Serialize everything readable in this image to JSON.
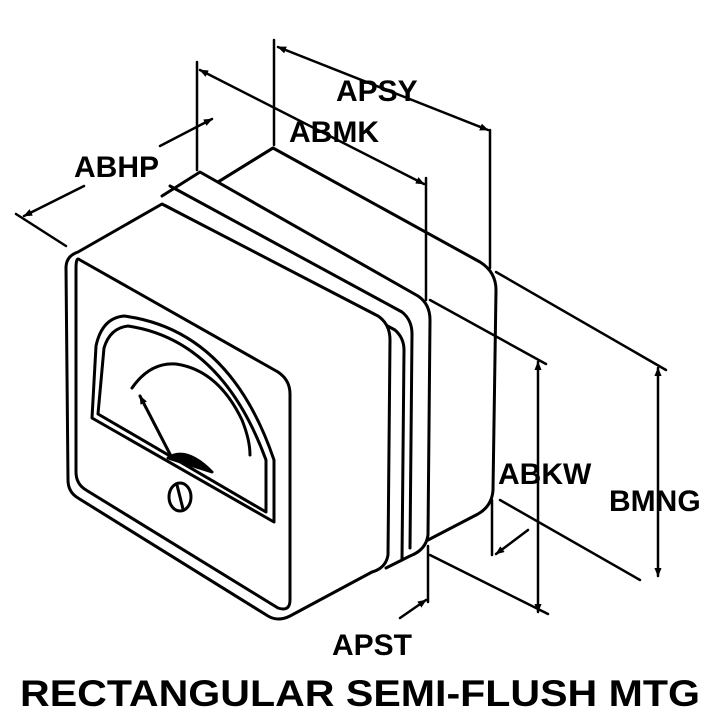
{
  "labels": {
    "apsy": "APSY",
    "abmk": "ABMK",
    "abhp": "ABHP",
    "abkw": "ABKW",
    "bmng": "BMNG",
    "apst": "APST"
  },
  "caption": "RECTANGULAR SEMI-FLUSH MTG",
  "colors": {
    "ink": "#000000",
    "paper": "#ffffff"
  }
}
